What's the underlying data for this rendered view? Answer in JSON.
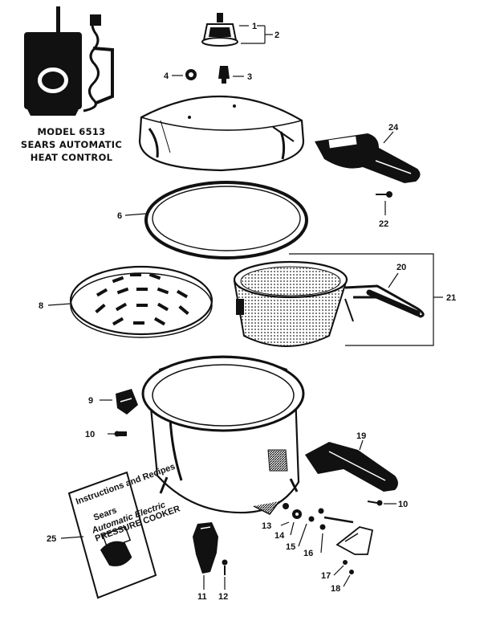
{
  "caption": {
    "line1": "MODEL 6513",
    "line2": "SEARS AUTOMATIC",
    "line3": "HEAT CONTROL"
  },
  "booklet": {
    "header": "Instructions and Recipes",
    "brand": "Sears",
    "title1": "Automatic Electric",
    "title2": "PRESSURE COOKER"
  },
  "part_labels": {
    "p1": "1",
    "p2": "2",
    "p3": "3",
    "p4": "4",
    "p6": "6",
    "p8": "8",
    "p9": "9",
    "p10a": "10",
    "p10b": "10",
    "p11": "11",
    "p12": "12",
    "p13": "13",
    "p14": "14",
    "p15": "15",
    "p16": "16",
    "p17": "17",
    "p18": "18",
    "p19": "19",
    "p20": "20",
    "p21": "21",
    "p22": "22",
    "p24": "24",
    "p25": "25"
  },
  "colors": {
    "ink": "#111111",
    "paper": "#ffffff"
  }
}
